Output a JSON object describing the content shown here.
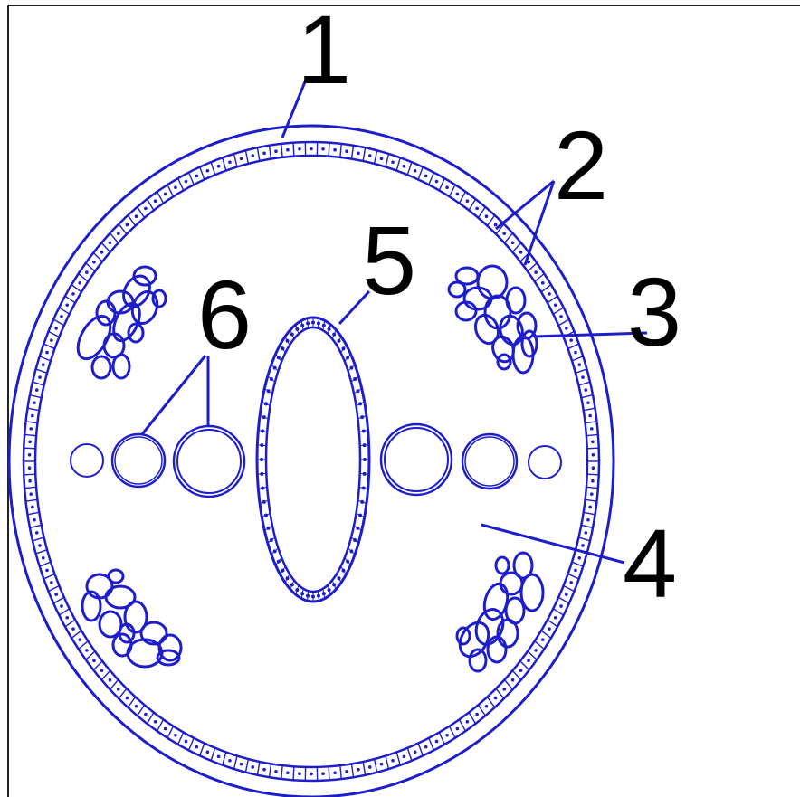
{
  "labels": {
    "l1": "1",
    "l2": "2",
    "l3": "3",
    "l4": "4",
    "l5": "5",
    "l6": "6"
  },
  "colors": {
    "outline": "#1d1dcc",
    "label": "#000000",
    "background": "#ffffff",
    "frame": "#222222"
  }
}
